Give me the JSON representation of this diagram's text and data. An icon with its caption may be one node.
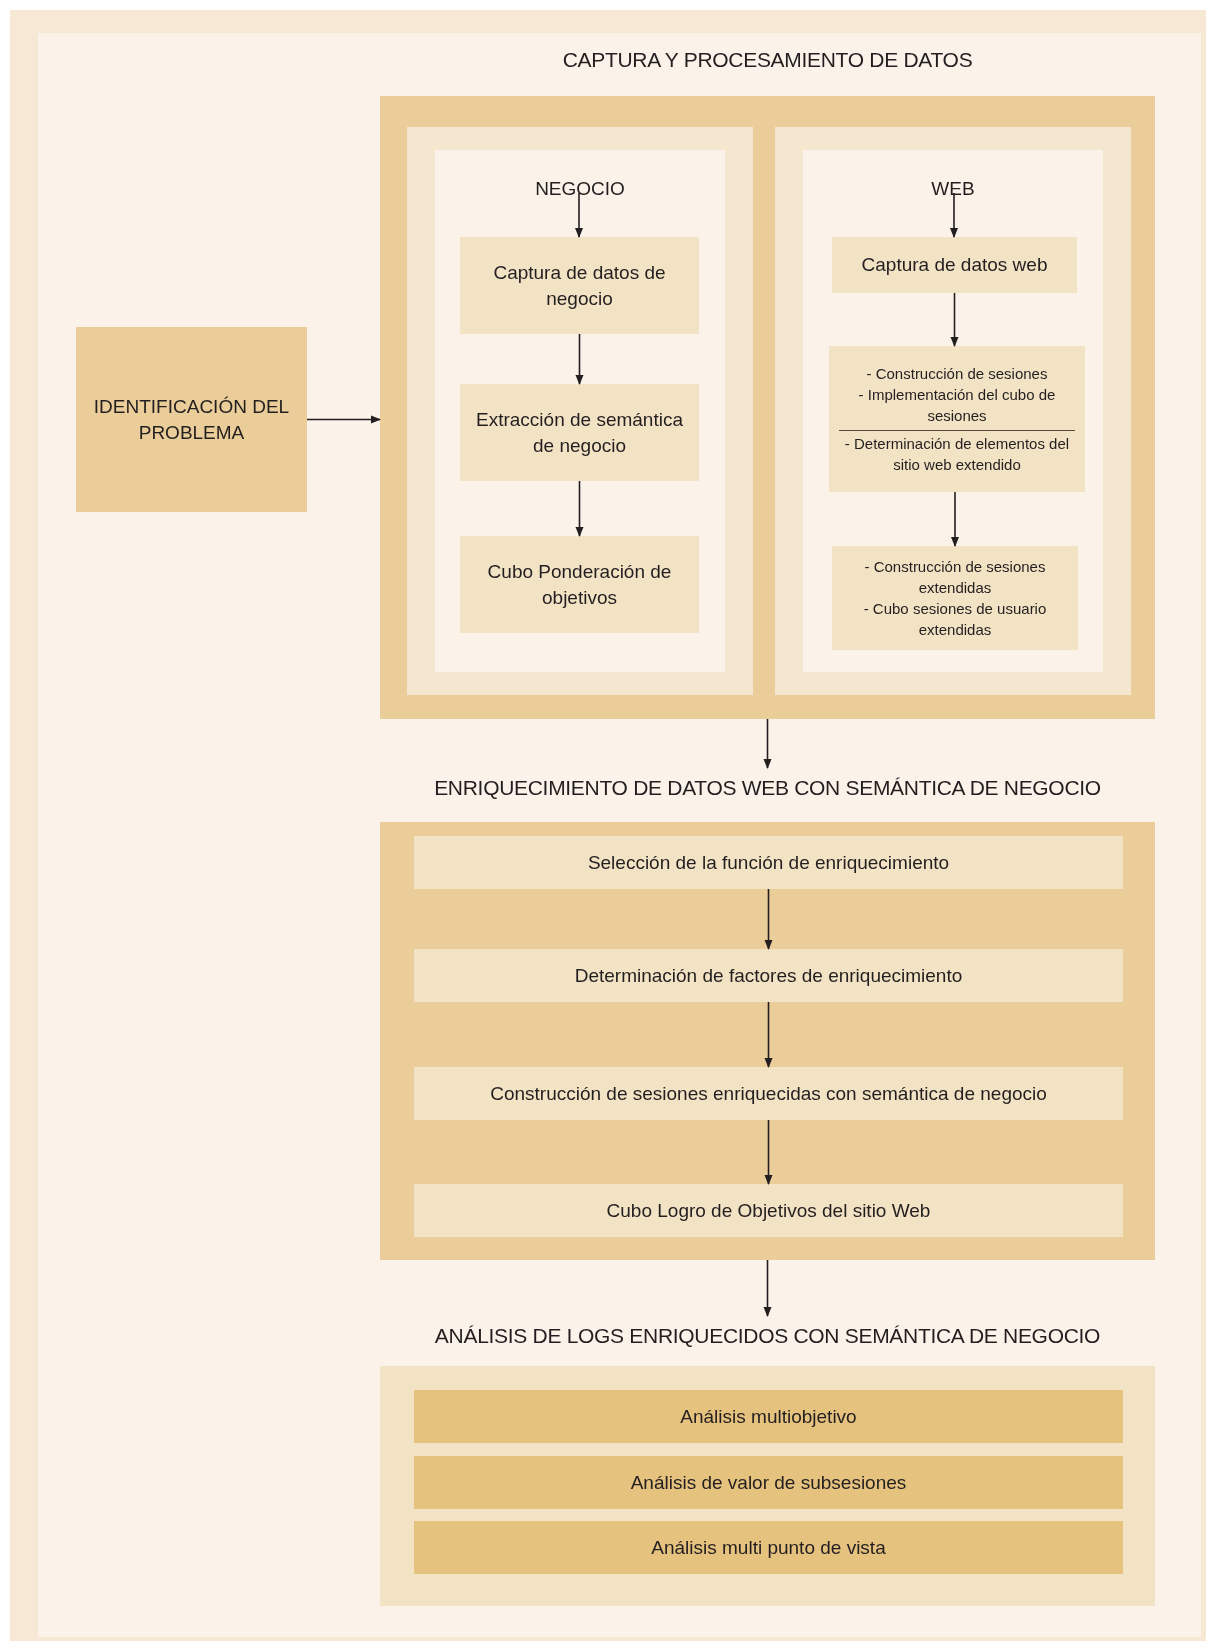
{
  "diagram": {
    "nodes": [
      {
        "text": [
          "IDENTIFICACIÓN DEL PROBLEMA"
        ]
      },
      {
        "text": [
          "CAPTURA Y PROCESAMIENTO DE DATOS"
        ]
      },
      {
        "text": [
          "NEGOCIO"
        ],
        "in": 1
      },
      {
        "text": [
          "Captura de datos de negocio"
        ],
        "in": 2
      },
      {
        "text": [
          "Extracción de semántica de negocio"
        ],
        "in": 2
      },
      {
        "text": [
          "Cubo Ponderación de objetivos"
        ],
        "in": 2
      },
      {
        "text": [
          "WEB"
        ],
        "in": 1
      },
      {
        "text": [
          "Captura de datos web"
        ],
        "in": 6
      },
      {
        "text": [
          "- Construcción de sesiones",
          "- Implementación del cubo de sesiones",
          "- Determinación de elementos del sitio web extendido"
        ],
        "in": 6
      },
      {
        "text": [
          "- Construcción de sesiones extendidas",
          "- Cubo sesiones de usuario extendidas"
        ],
        "in": 6
      },
      {
        "text": [
          "ENRIQUECIMIENTO DE DATOS WEB CON SEMÁNTICA DE NEGOCIO"
        ]
      },
      {
        "text": [
          "Selección de la función de enriquecimiento"
        ],
        "in": 10
      },
      {
        "text": [
          "Determinación de factores de enriquecimiento"
        ],
        "in": 10
      },
      {
        "text": [
          "Construcción de sesiones enriquecidas con semántica de negocio"
        ],
        "in": 10
      },
      {
        "text": [
          "Cubo Logro de Objetivos del sitio Web"
        ],
        "in": 10
      },
      {
        "text": [
          "ANÁLISIS DE LOGS ENRIQUECIDOS CON SEMÁNTICA DE NEGOCIO"
        ]
      },
      {
        "text": [
          "Análisis multiobjetivo"
        ],
        "in": 15
      },
      {
        "text": [
          "Análisis de valor de subsesiones"
        ],
        "in": 15
      },
      {
        "text": [
          "Análisis multi punto de vista"
        ],
        "in": 15
      }
    ],
    "edges": [
      {
        "from": 0,
        "to": 1,
        "arrow": "to"
      },
      {
        "from": null,
        "to": 3,
        "arrow": "to"
      },
      {
        "from": 3,
        "to": 4,
        "arrow": "to"
      },
      {
        "from": 4,
        "to": 5,
        "arrow": "to"
      },
      {
        "from": null,
        "to": 7,
        "arrow": "to"
      },
      {
        "from": 7,
        "to": 8,
        "arrow": "to"
      },
      {
        "from": 8,
        "to": 9,
        "arrow": "to"
      },
      {
        "from": 1,
        "to": 10,
        "arrow": "to"
      },
      {
        "from": 11,
        "to": 12,
        "arrow": "to"
      },
      {
        "from": 12,
        "to": 13,
        "arrow": "to"
      },
      {
        "from": 13,
        "to": 14,
        "arrow": "to"
      },
      {
        "from": 10,
        "to": 15,
        "arrow": "to"
      }
    ]
  }
}
